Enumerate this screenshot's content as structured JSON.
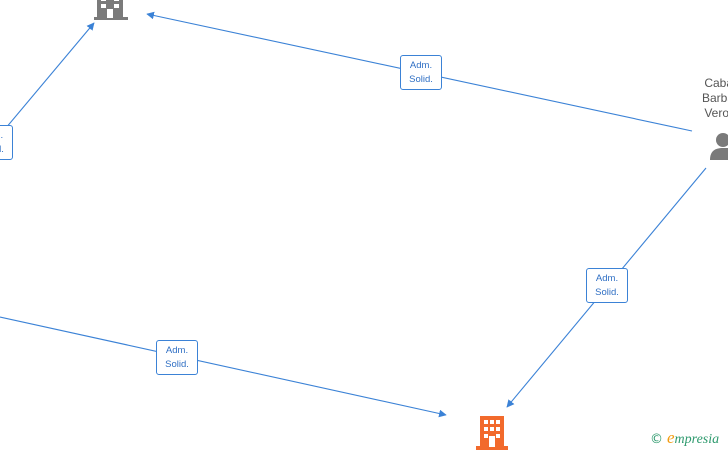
{
  "diagram": {
    "person": {
      "name_lines": [
        "Cabal",
        "Barbar",
        "Veron"
      ],
      "icon": "person-icon",
      "color": "#7a7a7a"
    },
    "companies": [
      {
        "icon": "building-icon",
        "color": "#7a7a7a"
      },
      {
        "icon": "building-icon",
        "color": "#f26a2c"
      }
    ],
    "edge_labels": [
      {
        "line1": "Adm.",
        "line2": "Solid."
      },
      {
        "line1": "Adm.",
        "line2": "Solid."
      },
      {
        "line1": "Adm.",
        "line2": "Solid."
      },
      {
        "line1": "Adm.",
        "line2": "Solid."
      }
    ],
    "edge_color": "#3b82d6",
    "label_color": "#2f6fc4"
  },
  "branding": {
    "copyright_symbol": "©",
    "logo_initial": "e",
    "logo_rest": "mpresia",
    "color": "#2e9a6e",
    "accent": "#f39c12"
  }
}
